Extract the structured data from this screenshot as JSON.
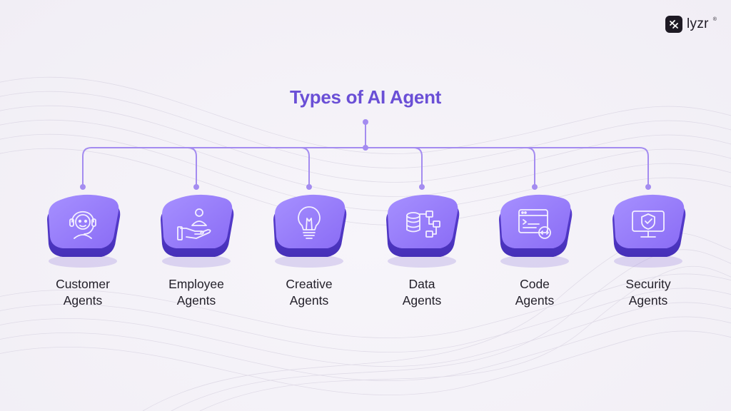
{
  "brand": {
    "name": "lyzr",
    "trademark": "®"
  },
  "title": "Types of AI Agent",
  "colors": {
    "accent": "#6a4fd6",
    "connector": "#a48cf0",
    "tile_top": "#8a6cf5",
    "tile_side": "#5b3fd2",
    "icon_stroke": "#f3efff"
  },
  "agents": [
    {
      "line1": "Customer",
      "line2": "Agents",
      "icon": "headset-support-icon"
    },
    {
      "line1": "Employee",
      "line2": "Agents",
      "icon": "hand-holding-person-icon"
    },
    {
      "line1": "Creative",
      "line2": "Agents",
      "icon": "lightbulb-icon"
    },
    {
      "line1": "Data",
      "line2": "Agents",
      "icon": "database-flow-icon"
    },
    {
      "line1": "Code",
      "line2": "Agents",
      "icon": "code-window-icon"
    },
    {
      "line1": "Security",
      "line2": "Agents",
      "icon": "shield-monitor-icon"
    }
  ]
}
